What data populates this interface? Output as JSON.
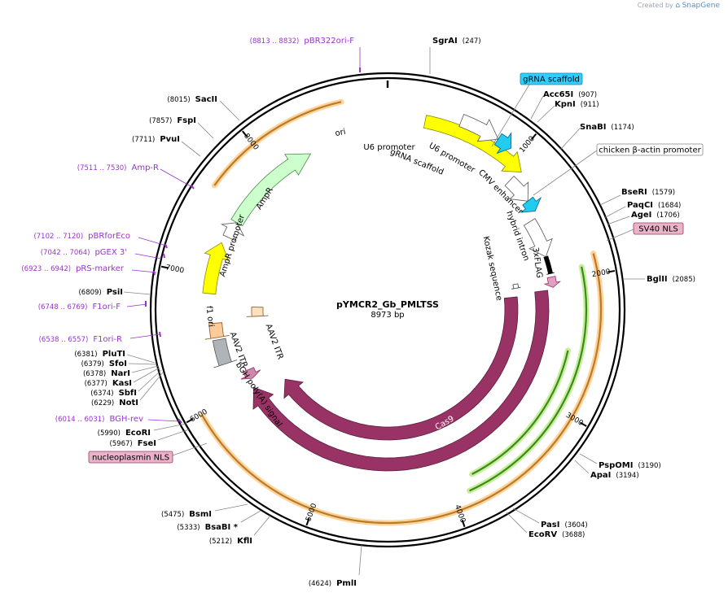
{
  "credit": {
    "created_by": "Created by",
    "brand": "SnapGene"
  },
  "map": {
    "name": "pYMCR2_Gb_PMLTSS",
    "length_label": "8973 bp",
    "total_bp": 8973,
    "tick_labels": [
      "1000",
      "2000",
      "3000",
      "4000",
      "5000",
      "6000",
      "7000",
      "8000"
    ]
  },
  "restriction_sites": [
    {
      "name": "SgrAI",
      "pos": "(247)",
      "bp": 247
    },
    {
      "name": "Acc65I",
      "pos": "(907)",
      "bp": 907
    },
    {
      "name": "KpnI",
      "pos": "(911)",
      "bp": 911
    },
    {
      "name": "SnaBI",
      "pos": "(1174)",
      "bp": 1174
    },
    {
      "name": "BseRI",
      "pos": "(1579)",
      "bp": 1579
    },
    {
      "name": "PaqCI",
      "pos": "(1684)",
      "bp": 1684
    },
    {
      "name": "AgeI",
      "pos": "(1706)",
      "bp": 1706
    },
    {
      "name": "BglII",
      "pos": "(2085)",
      "bp": 2085
    },
    {
      "name": "PspOMI",
      "pos": "(3190)",
      "bp": 3190
    },
    {
      "name": "ApaI",
      "pos": "(3194)",
      "bp": 3194
    },
    {
      "name": "PasI",
      "pos": "(3604)",
      "bp": 3604
    },
    {
      "name": "EcoRV",
      "pos": "(3688)",
      "bp": 3688
    },
    {
      "name": "PmlI",
      "pos": "(4624)",
      "bp": 4624
    },
    {
      "name": "KflI",
      "pos": "(5212)",
      "bp": 5212
    },
    {
      "name": "BsaBI *",
      "pos": "(5333)",
      "bp": 5333
    },
    {
      "name": "BsmI",
      "pos": "(5475)",
      "bp": 5475
    },
    {
      "name": "FseI",
      "pos": "(5967)",
      "bp": 5967
    },
    {
      "name": "EcoRI",
      "pos": "(5990)",
      "bp": 5990
    },
    {
      "name": "NotI",
      "pos": "(6229)",
      "bp": 6229
    },
    {
      "name": "SbfI",
      "pos": "(6374)",
      "bp": 6374
    },
    {
      "name": "KasI",
      "pos": "(6377)",
      "bp": 6377
    },
    {
      "name": "NarI",
      "pos": "(6378)",
      "bp": 6378
    },
    {
      "name": "SfoI",
      "pos": "(6379)",
      "bp": 6379
    },
    {
      "name": "PluTI",
      "pos": "(6381)",
      "bp": 6381
    },
    {
      "name": "PsiI",
      "pos": "(6809)",
      "bp": 6809
    },
    {
      "name": "PvuI",
      "pos": "(7711)",
      "bp": 7711
    },
    {
      "name": "FspI",
      "pos": "(7857)",
      "bp": 7857
    },
    {
      "name": "SacII",
      "pos": "(8015)",
      "bp": 8015
    }
  ],
  "primers": [
    {
      "name": "pBR322ori-F",
      "pos": "(8813 .. 8832)",
      "bp": 8822
    },
    {
      "name": "Amp-R",
      "pos": "(7511 .. 7530)",
      "bp": 7520
    },
    {
      "name": "pBRforEco",
      "pos": "(7102 .. 7120)",
      "bp": 7111
    },
    {
      "name": "pGEX 3'",
      "pos": "(7042 .. 7064)",
      "bp": 7053
    },
    {
      "name": "pRS-marker",
      "pos": "(6923 .. 6942)",
      "bp": 6932
    },
    {
      "name": "F1ori-F",
      "pos": "(6748 .. 6769)",
      "bp": 6758
    },
    {
      "name": "F1ori-R",
      "pos": "(6538 .. 6557)",
      "bp": 6547
    },
    {
      "name": "BGH-rev",
      "pos": "(6014 .. 6031)",
      "bp": 6022
    }
  ],
  "boxed_labels": [
    {
      "name": "gRNA scaffold",
      "fill": "#33ccff",
      "stroke": "#1a88aa"
    },
    {
      "name": "chicken β-actin promoter",
      "fill": "#ffffff",
      "stroke": "#888888"
    },
    {
      "name": "SV40 NLS",
      "fill": "#e9b3c9",
      "stroke": "#9b3a60"
    },
    {
      "name": "nucleoplasmin NLS",
      "fill": "#e9b3c9",
      "stroke": "#9b3a60"
    }
  ],
  "features": [
    {
      "name": "ori",
      "color": "#ffff00"
    },
    {
      "name": "U6 promoter",
      "color": "#ffffff"
    },
    {
      "name": "gRNA scaffold",
      "color": "#22ccee"
    },
    {
      "name": "CMV enhancer",
      "color": "#ffffff"
    },
    {
      "name": "hybrid intron",
      "color": "#ffffff"
    },
    {
      "name": "Kozak sequence",
      "color": "#ffffff"
    },
    {
      "name": "3xFLAG",
      "color": "#e0a0c0"
    },
    {
      "name": "Cas9",
      "color": "#993366"
    },
    {
      "name": "Cas9",
      "color": "#993366"
    },
    {
      "name": "bGH poly(A) signal",
      "color": "#b0b4b8"
    },
    {
      "name": "AAV2 ITR",
      "color": "#ffcc99"
    },
    {
      "name": "AAV2 ITR",
      "color": "#ffe0c0"
    },
    {
      "name": "f1 ori",
      "color": "#ffff00"
    },
    {
      "name": "AmpR promoter",
      "color": "#ffffff"
    },
    {
      "name": "AmpR",
      "color": "#ccffcc"
    }
  ],
  "colors": {
    "backbone": "#000000",
    "enzyme_text": "#000000",
    "primer": "#9933cc",
    "cas9": "#993366",
    "amp": "#ccffcc",
    "ori": "#ffff00",
    "orange_track": "#cc8833",
    "green_track": "#44aa22"
  }
}
